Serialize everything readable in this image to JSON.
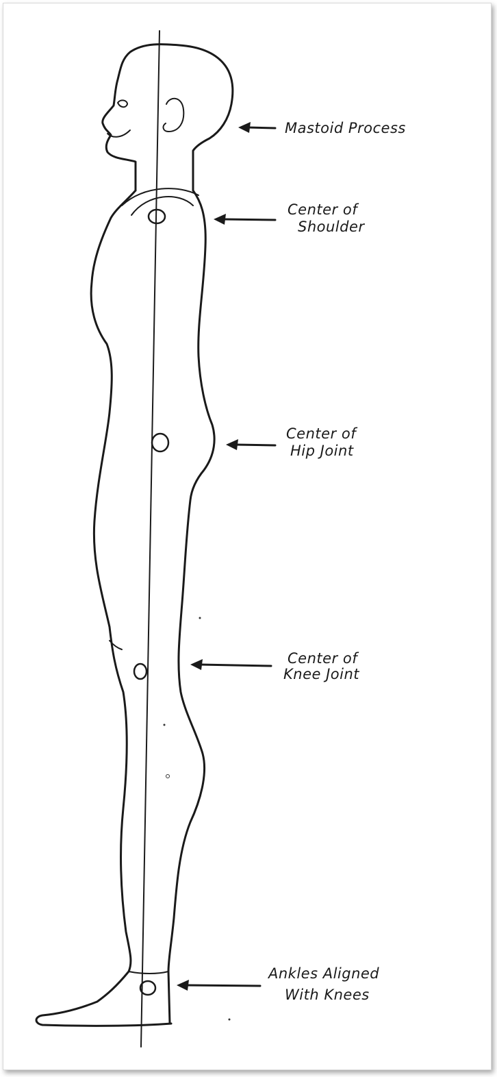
{
  "diagram": {
    "labels": {
      "mastoid": [
        "Mastoid Process"
      ],
      "shoulder": [
        "Center of",
        "Shoulder"
      ],
      "hip": [
        "Center of",
        "Hip Joint"
      ],
      "knee": [
        "Center of",
        "Knee Joint"
      ],
      "ankle": [
        "Ankles Aligned",
        "With Knees"
      ]
    }
  }
}
